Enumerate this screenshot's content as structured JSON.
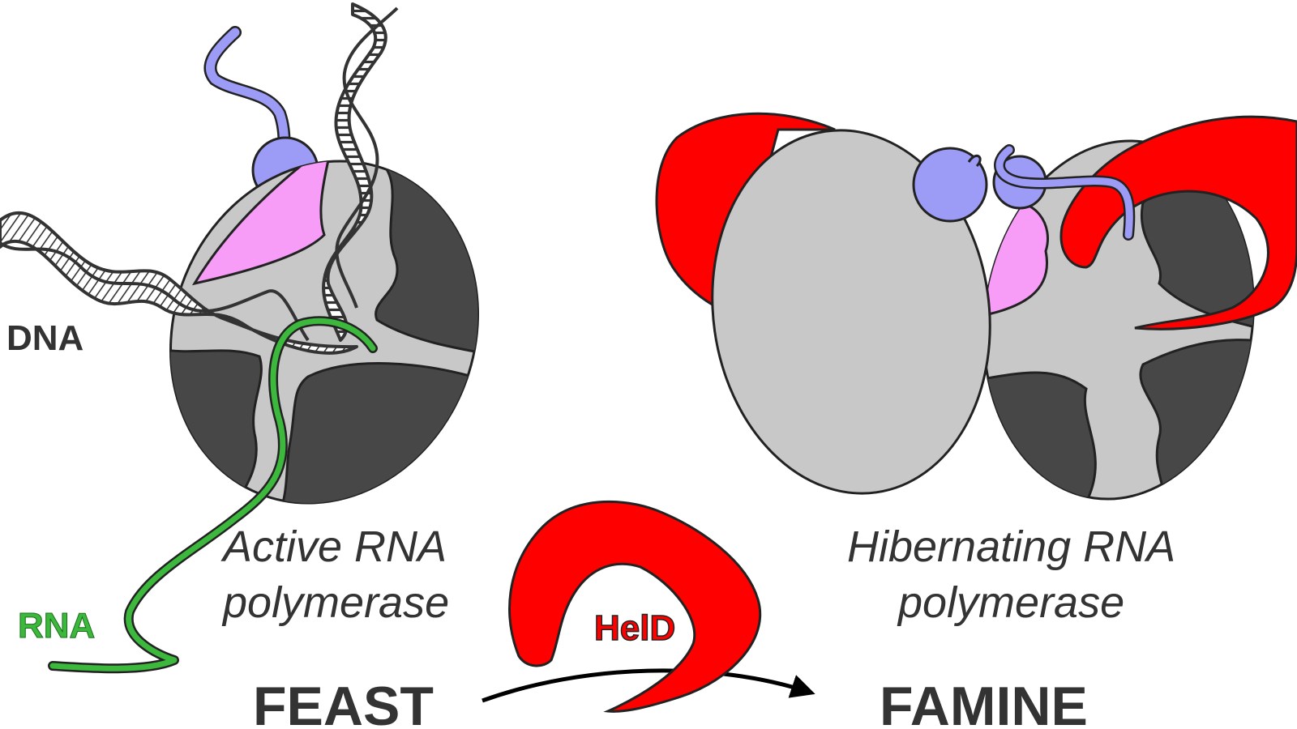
{
  "labels": {
    "dna": "DNA",
    "rna": "RNA",
    "active_line1": "Active RNA",
    "active_line2": "polymerase",
    "hibernating_line1": "Hibernating RNA",
    "hibernating_line2": "polymerase",
    "helD": "HelD",
    "feast": "FEAST",
    "famine": "FAMINE"
  },
  "colors": {
    "light_grey": "#c8c8c8",
    "dark_grey": "#474747",
    "pink": "#f79cf7",
    "blue": "#9c9cf7",
    "red": "#ff0000",
    "green": "#3cb83c",
    "text": "#333333"
  }
}
